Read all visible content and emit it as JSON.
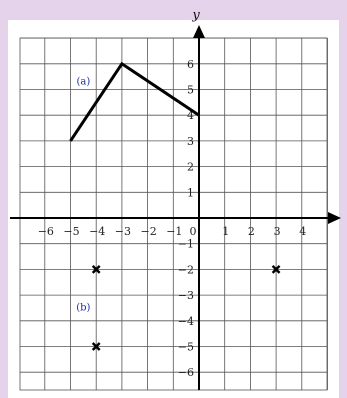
{
  "chart_data": {
    "type": "scatter",
    "xlabel": "",
    "ylabel": "y",
    "x_range": [
      -7,
      5
    ],
    "y_range": [
      -6,
      7
    ],
    "x_ticks": [
      "−6",
      "−5",
      "−4",
      "−3",
      "−2",
      "−1",
      "0",
      "1",
      "2",
      "3",
      "4"
    ],
    "x_tick_values": [
      -6,
      -5,
      -4,
      -3,
      -2,
      -1,
      0,
      1,
      2,
      3,
      4
    ],
    "y_ticks": [
      "6",
      "5",
      "4",
      "3",
      "2",
      "1",
      "−1",
      "−2",
      "−3",
      "−4",
      "−5",
      "−6"
    ],
    "y_tick_values": [
      6,
      5,
      4,
      3,
      2,
      1,
      -1,
      -2,
      -3,
      -4,
      -5,
      -6
    ],
    "grid": true,
    "polyline_a": [
      [
        -5,
        3
      ],
      [
        -3,
        6
      ],
      [
        0,
        4
      ]
    ],
    "points_b": [
      [
        -4,
        -2
      ],
      [
        -4,
        -5
      ],
      [
        3,
        -2
      ]
    ],
    "annotations": [
      {
        "text": "(a)",
        "x": -4.5,
        "y": 5.2
      },
      {
        "text": "(b)",
        "x": -4.5,
        "y": -3.6
      }
    ],
    "colors": {
      "grid": "#555555",
      "axis": "#000000",
      "line": "#000000",
      "label": "#1b2f9e",
      "paper": "#ffffff",
      "frame": "#e4d3ea"
    }
  }
}
